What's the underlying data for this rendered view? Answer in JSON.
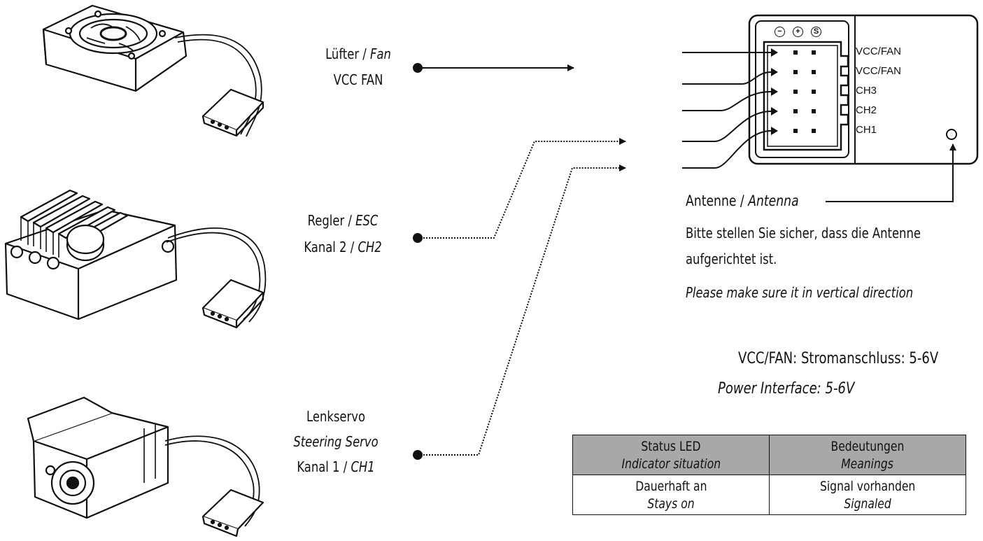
{
  "devices": {
    "fan": {
      "name_de": "Lüfter / ",
      "name_en": "Fan",
      "channel": "VCC FAN"
    },
    "esc": {
      "name_de": "Regler / ",
      "name_en": "ESC",
      "channel_de": "Kanal 2 / ",
      "channel_en": "CH2"
    },
    "servo": {
      "name_de": "Lenkservo",
      "name_en": "Steering Servo",
      "channel_de": "Kanal 1 / ",
      "channel_en": "CH1"
    }
  },
  "receiver": {
    "symbols": [
      "−",
      "+",
      "S"
    ],
    "pins": [
      "VCC/FAN",
      "VCC/FAN",
      "CH3",
      "CH2",
      "CH1"
    ]
  },
  "antenna": {
    "label_de": "Antenne / ",
    "label_en": "Antenna",
    "note_de_1": "Bitte stellen Sie sicher, dass die Antenne",
    "note_de_2": "aufgerichtet ist.",
    "note_en": "Please make sure it in vertical direction"
  },
  "power": {
    "line_de": "VCC/FAN: Stromanschluss: 5-6V",
    "line_en": "Power Interface: 5-6V"
  },
  "led_table": {
    "headers": [
      {
        "de": "Status LED",
        "en": "Indicator situation"
      },
      {
        "de": "Bedeutungen",
        "en": "Meanings"
      }
    ],
    "rows": [
      [
        {
          "de": "Dauerhaft an",
          "en": "Stays on"
        },
        {
          "de": "Signal vorhanden",
          "en": "Signaled"
        }
      ]
    ]
  }
}
